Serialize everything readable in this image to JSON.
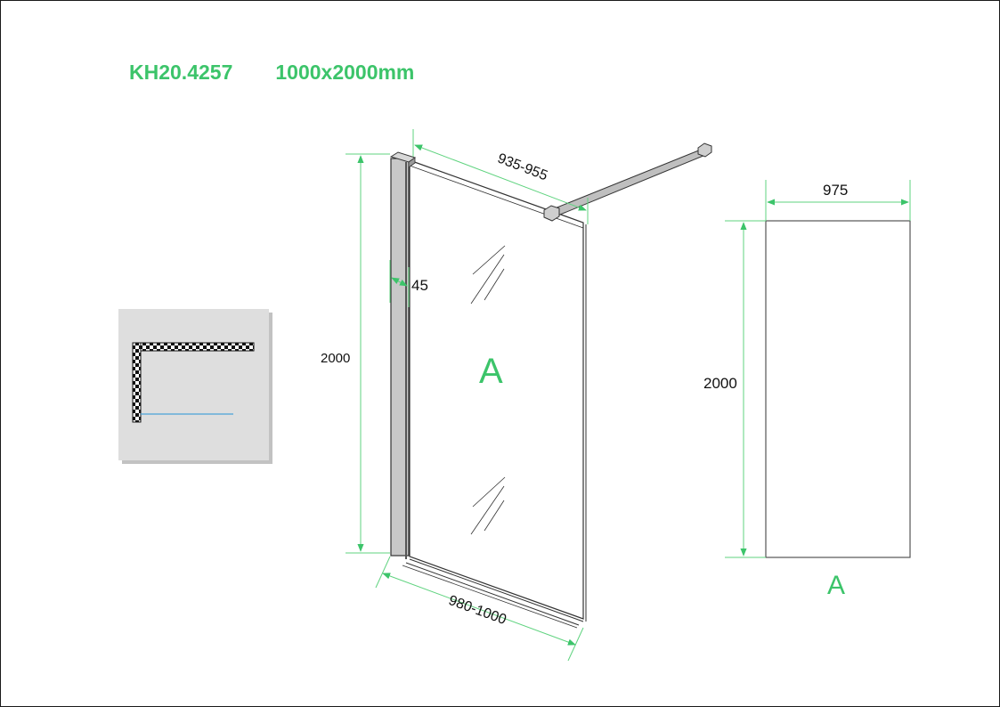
{
  "header": {
    "model_code": "KH20.4257",
    "size_label": "1000x2000mm"
  },
  "colors": {
    "accent_green": "#3cc46a",
    "dimension_line": "#5fd37f",
    "profile_fill": "#c8c8c8",
    "panel_bg": "#dedede",
    "legend_line_blue": "#4aa3d8"
  },
  "legend": {
    "icon": "l-shaped-wall-profile-icon"
  },
  "iso_view": {
    "top_bar_dimension": "935-955",
    "height_dimension": "2000",
    "profile_width_dimension": "45",
    "bottom_width_dimension": "980-1000",
    "panel_label": "A"
  },
  "front_view": {
    "width_dimension": "975",
    "height_dimension": "2000",
    "panel_label": "A"
  }
}
